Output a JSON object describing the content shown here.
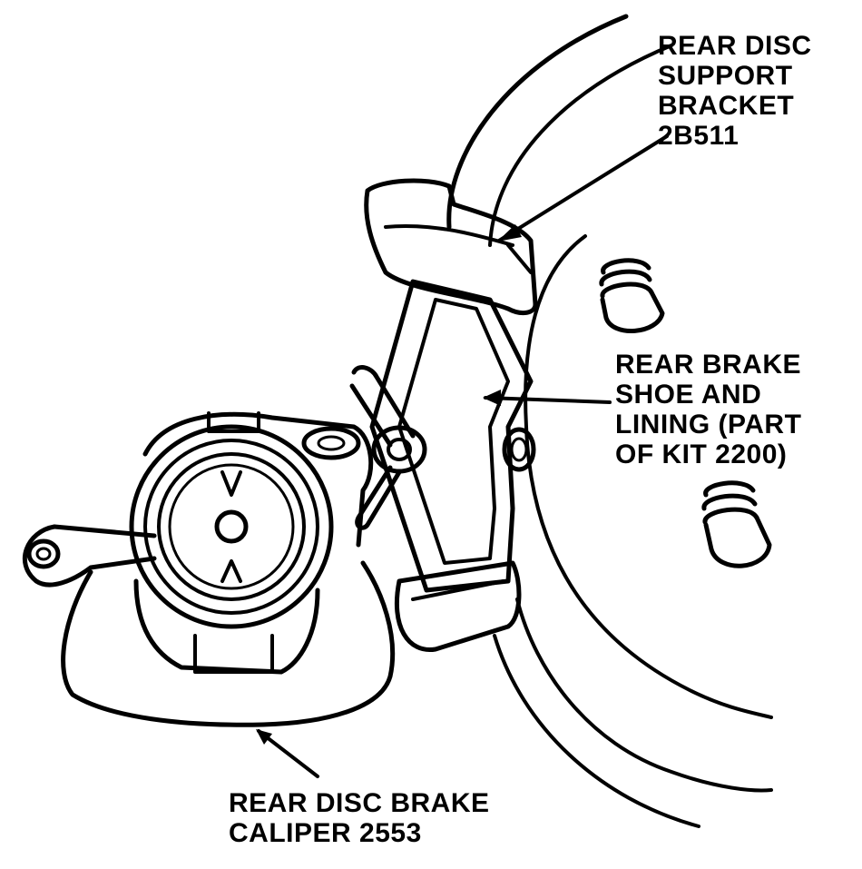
{
  "labels": {
    "support_bracket": [
      "REAR DISC",
      "SUPPORT",
      "BRACKET",
      "2B511"
    ],
    "brake_shoe": [
      "REAR BRAKE",
      "SHOE AND",
      "LINING (PART",
      "OF KIT 2200)"
    ],
    "caliper": [
      "REAR DISC BRAKE",
      "CALIPER 2553"
    ]
  },
  "colors": {
    "ink": "#000000",
    "paper": "#ffffff"
  }
}
